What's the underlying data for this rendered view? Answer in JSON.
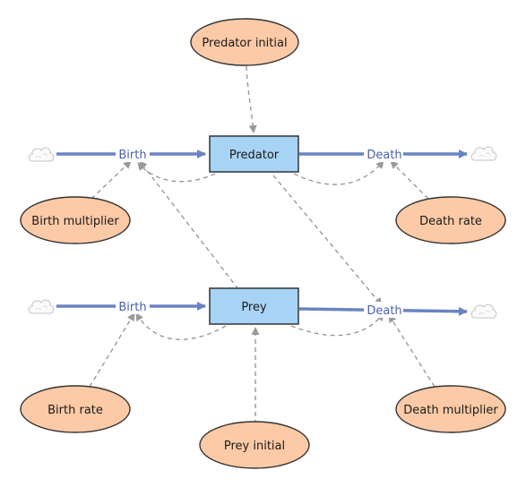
{
  "colors": {
    "stock_fill": "#a7d3f5",
    "stock_stroke": "#333333",
    "aux_fill": "#fccaa6",
    "aux_stroke": "#333333",
    "flow": "#6a83c2",
    "link": "#9a9a9a",
    "cloud": "#cfcfcf"
  },
  "stocks": {
    "predator": "Predator",
    "prey": "Prey"
  },
  "flows": {
    "predator_birth": "Birth",
    "predator_death": "Death",
    "prey_birth": "Birth",
    "prey_death": "Death"
  },
  "auxiliaries": {
    "predator_initial": "Predator initial",
    "birth_multiplier": "Birth multiplier",
    "death_rate": "Death rate",
    "birth_rate": "Birth rate",
    "death_multiplier": "Death multiplier",
    "prey_initial": "Prey initial"
  },
  "icons": {
    "source_cloud": "cloud-icon",
    "sink_cloud": "cloud-icon"
  }
}
